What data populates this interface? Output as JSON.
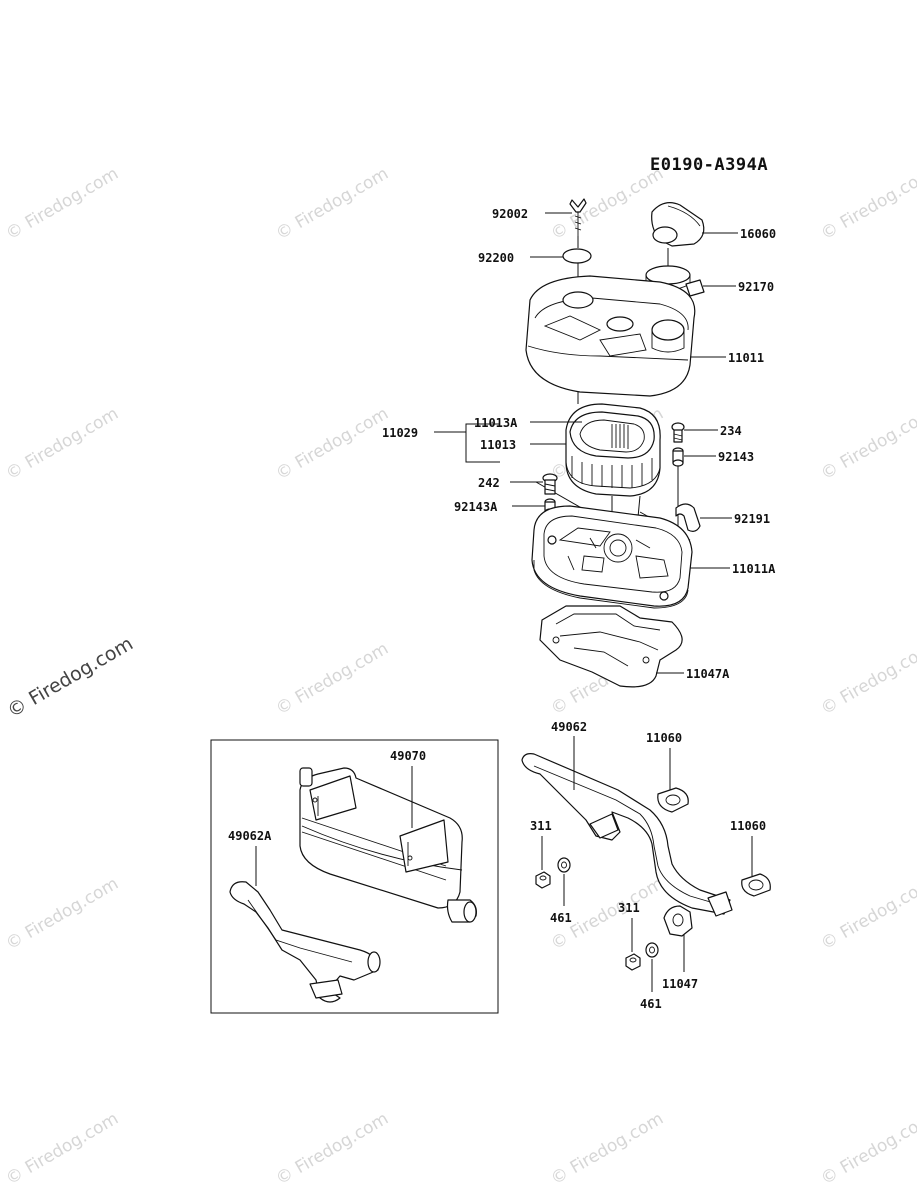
{
  "diagram_code": "E0190-A394A",
  "watermark": "© Firedog.com",
  "parts": {
    "p92002": "92002",
    "p92200": "92200",
    "p16060": "16060",
    "p92170": "92170",
    "p11011": "11011",
    "p11029": "11029",
    "p11013A": "11013A",
    "p11013": "11013",
    "p234": "234",
    "p92143": "92143",
    "p242": "242",
    "p92143A": "92143A",
    "p92191": "92191",
    "p11011A": "11011A",
    "p11047A": "11047A",
    "p49070": "49070",
    "p49062A": "49062A",
    "p49062": "49062",
    "p11060a": "11060",
    "p11060b": "11060",
    "p311a": "311",
    "p461a": "461",
    "p311b": "311",
    "p461b": "461",
    "p11047": "11047"
  }
}
